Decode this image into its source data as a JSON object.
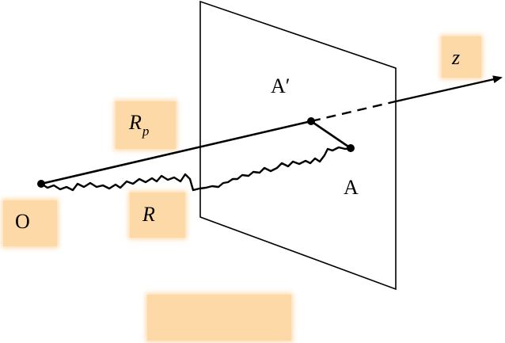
{
  "labels": {
    "origin": "O",
    "point_a": "A",
    "point_a_prime": "A′",
    "axis_z": "z",
    "r_main": "R",
    "rp_main": "R",
    "rp_sub": "p"
  },
  "colors": {
    "label_box": "#fdd9a8",
    "stroke": "#000000"
  }
}
